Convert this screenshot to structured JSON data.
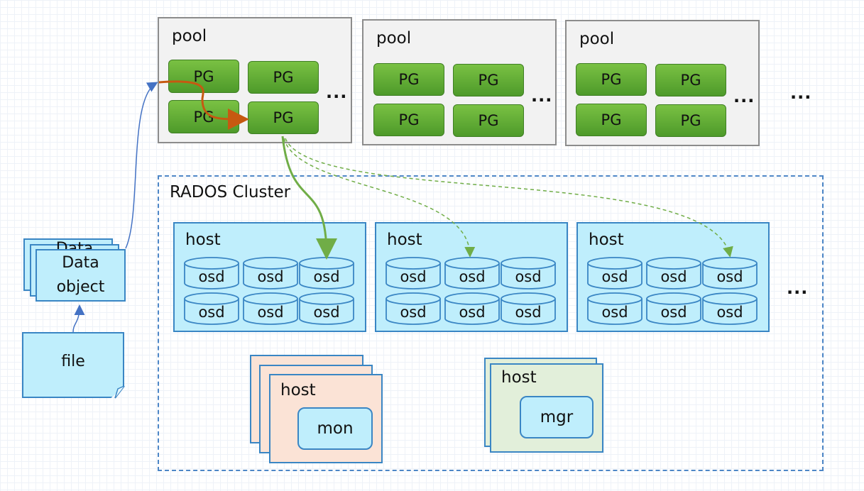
{
  "pools": [
    {
      "label": "pool",
      "pgs": [
        "PG",
        "PG",
        "PG",
        "PG"
      ],
      "more": "..."
    },
    {
      "label": "pool",
      "pgs": [
        "PG",
        "PG",
        "PG",
        "PG"
      ],
      "more": "..."
    },
    {
      "label": "pool",
      "pgs": [
        "PG",
        "PG",
        "PG",
        "PG"
      ],
      "more": "..."
    }
  ],
  "pools_more": "...",
  "cluster": {
    "label": "RADOS Cluster",
    "hosts": [
      {
        "label": "host",
        "osds": [
          "osd",
          "osd",
          "osd",
          "osd",
          "osd",
          "osd"
        ]
      },
      {
        "label": "host",
        "osds": [
          "osd",
          "osd",
          "osd",
          "osd",
          "osd",
          "osd"
        ]
      },
      {
        "label": "host",
        "osds": [
          "osd",
          "osd",
          "osd",
          "osd",
          "osd",
          "osd"
        ]
      }
    ],
    "hosts_more": "...",
    "mon_host": {
      "label": "host",
      "service": "mon"
    },
    "mgr_host": {
      "label": "host",
      "service": "mgr"
    }
  },
  "data_object": {
    "line1": "Data",
    "line2": "object"
  },
  "file": {
    "label": "file"
  },
  "colors": {
    "pg_green": "#6ab23c",
    "host_blue": "#bfeefc",
    "mon_peach": "#fbe3d6",
    "mgr_sage": "#e2efda",
    "mapping_orange": "#c65911",
    "placement_green": "#70ad47"
  }
}
